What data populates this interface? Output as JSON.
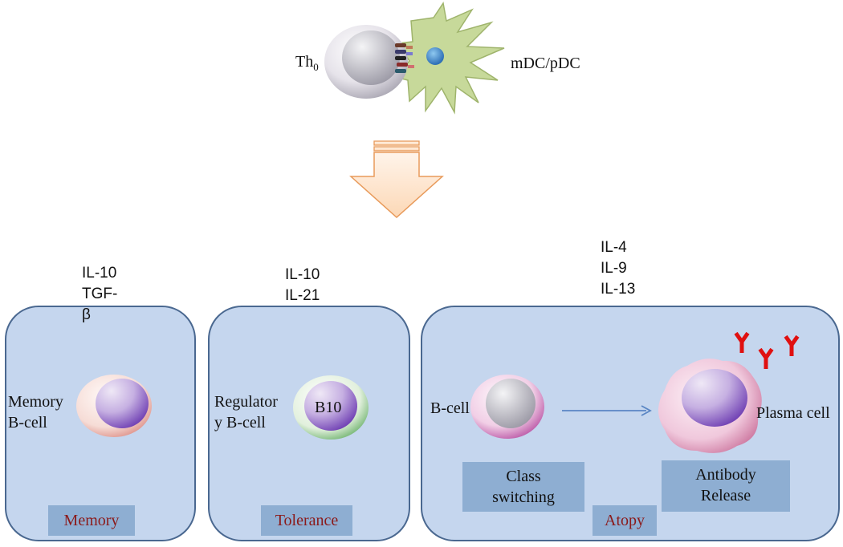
{
  "top": {
    "th0_label": "Th",
    "th0_subscript": "0",
    "dc_label": "mDC/pDC"
  },
  "panels": {
    "memory": {
      "cytokines": [
        "IL-10",
        "TGF-",
        "β"
      ],
      "cell_label_lines": [
        "Memory",
        "B-cell"
      ],
      "box_label": "Memory"
    },
    "tolerance": {
      "cytokines": [
        "IL-10",
        "IL-21"
      ],
      "cell_label_lines": [
        "Regulator",
        "y B-cell"
      ],
      "cell_inner_label": "B10",
      "box_label": "Tolerance"
    },
    "atopy": {
      "cytokines": [
        "IL-4",
        "IL-9",
        "IL-13"
      ],
      "bcell_label": "B-cell",
      "plasma_label": "Plasma cell",
      "class_switching_lines": [
        "Class",
        "switching"
      ],
      "antibody_release_lines": [
        "Antibody",
        "Release"
      ],
      "box_label": "Atopy"
    }
  },
  "colors": {
    "panel_fill": "#c5d6ee",
    "label_box_fill": "#8eaed2",
    "label_text_red": "#8b1a1a",
    "arrow_fill": "#fde2c8",
    "arrow_stroke": "#e89a5a",
    "antibody_red": "#e01010",
    "dc_green": "#c7d99a"
  }
}
